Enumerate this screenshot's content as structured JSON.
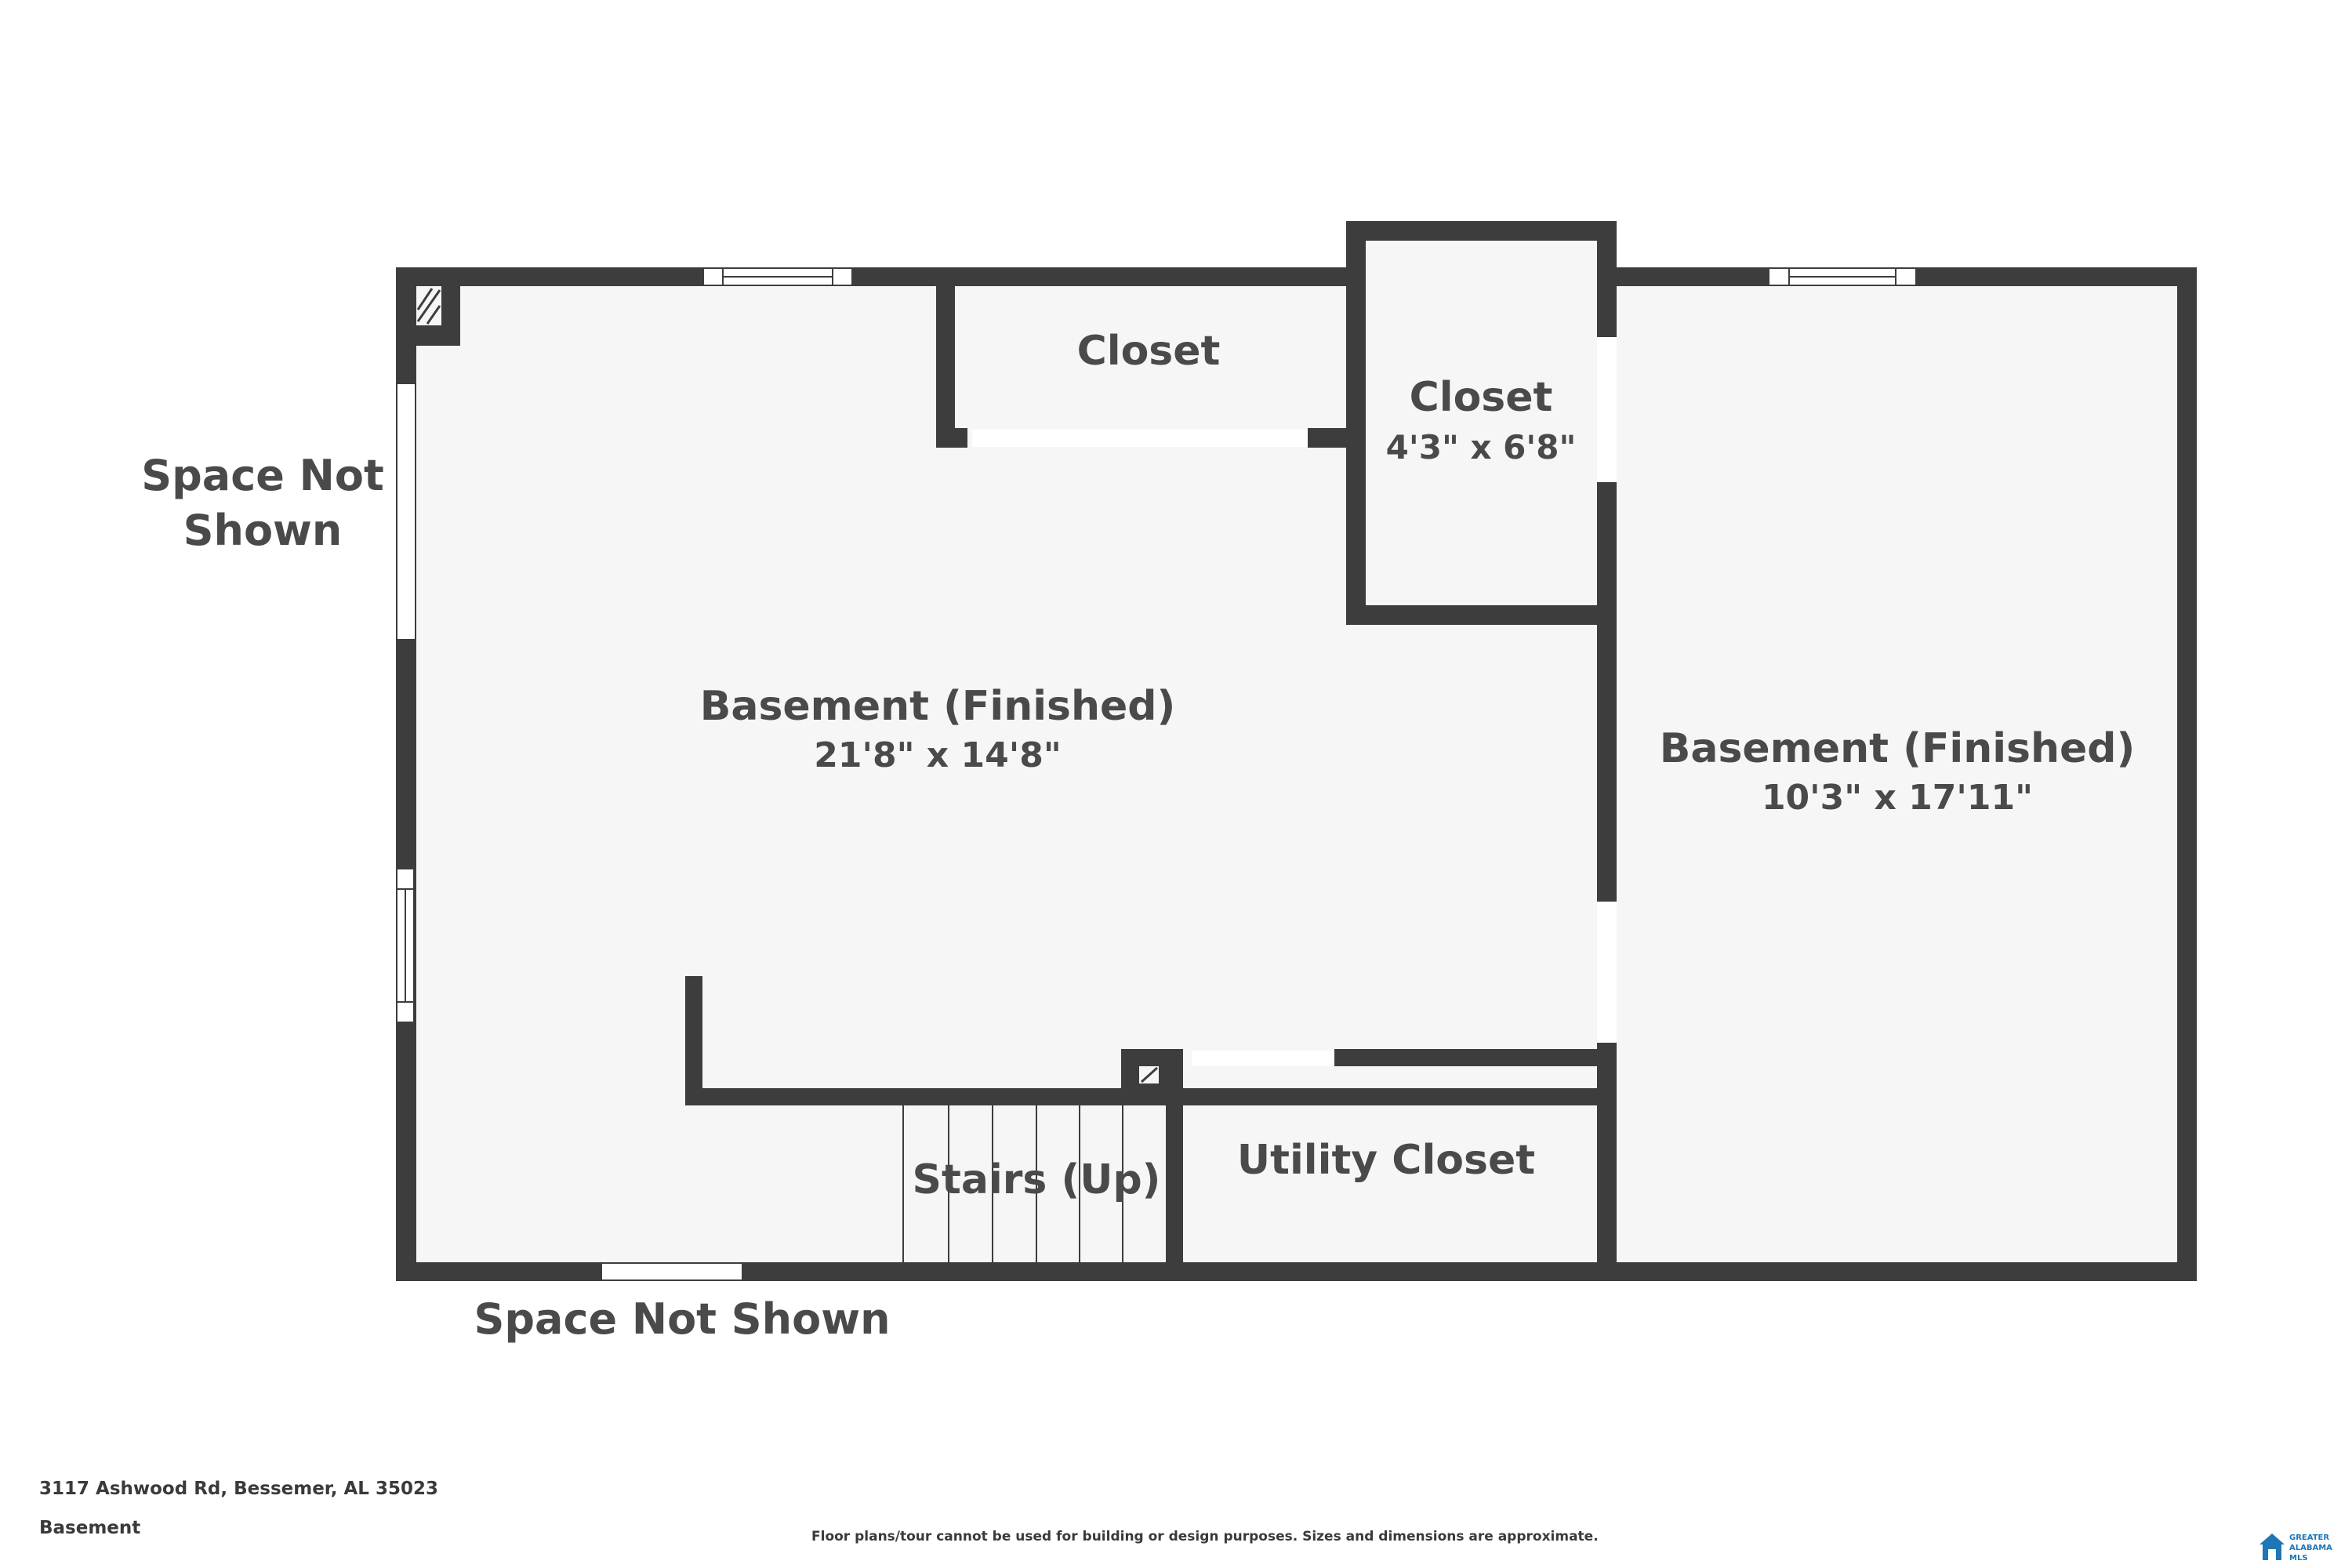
{
  "rooms": {
    "basement_left": {
      "name": "Basement (Finished)",
      "dims": "21'8\" x 14'8\""
    },
    "closet_top": {
      "name": "Closet"
    },
    "closet_small": {
      "name": "Closet",
      "dims": "4'3\" x 6'8\""
    },
    "basement_right": {
      "name": "Basement (Finished)",
      "dims": "10'3\" x 17'11\""
    },
    "stairs": {
      "name": "Stairs (Up)"
    },
    "utility_closet": {
      "name": "Utility Closet"
    }
  },
  "labels": {
    "space_not_shown_left": [
      "Space Not",
      "Shown"
    ],
    "space_not_shown_bottom": "Space Not Shown"
  },
  "footer": {
    "address": "3117 Ashwood Rd, Bessemer, AL 35023",
    "floor": "Basement",
    "disclaimer": "Floor plans/tour cannot be used for building or design purposes. Sizes and dimensions are approximate."
  },
  "logo": {
    "icon": "house-icon",
    "text": [
      "GREATER",
      "ALABAMA",
      "MLS"
    ],
    "color": "#1e76b6"
  },
  "colors": {
    "wall": "#3d3d3d",
    "floor": "#f6f6f6",
    "text": "#4a4a4a"
  }
}
